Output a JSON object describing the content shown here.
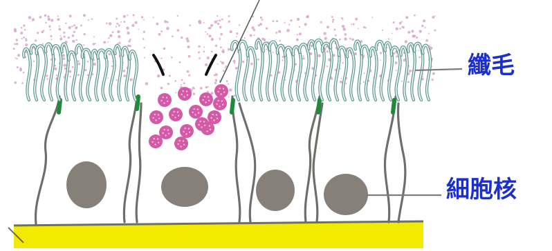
{
  "labels": {
    "cilia": "纖毛",
    "nucleus": "細胞核"
  },
  "colors": {
    "label_text": "#1b2fd0",
    "mucus_dots": "#d9a3cc",
    "granule": "#d45aa8",
    "granule_dot": "#f4c4e0",
    "cilia": "#5f9b92",
    "tight_junction": "#1e8a3a",
    "cell_wall": "#6b7068",
    "nucleus": "#868079",
    "basement": "#f2ea00",
    "pointer_line": "#7c7c7c"
  },
  "diagram": {
    "cell_count": 5,
    "granule_count": 15
  }
}
